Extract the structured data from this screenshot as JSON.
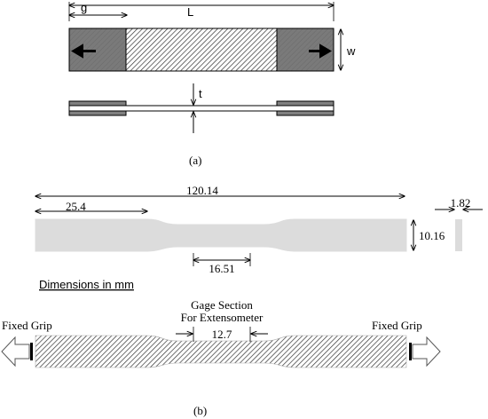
{
  "figure_a": {
    "dim_g": "g",
    "dim_L": "L",
    "dim_w": "w",
    "dim_t": "t",
    "caption": "(a)"
  },
  "figure_b": {
    "dim_overall_length": "120.14",
    "dim_thickness": "1.82",
    "dim_grip_length": "25.4",
    "dim_width": "10.16",
    "dim_reduced_length": "16.51",
    "units_note": "Dimensions in mm",
    "left_grip_label": "Fixed Grip",
    "right_grip_label": "Fixed Grip",
    "gage_label_line1": "Gage Section",
    "gage_label_line2": "For Extensometer",
    "dim_gage_length": "12.7",
    "caption": "(b)"
  },
  "colors": {
    "grip_fill": "#808080",
    "specimen_fill": "#dcdcdc",
    "line": "#000000"
  }
}
